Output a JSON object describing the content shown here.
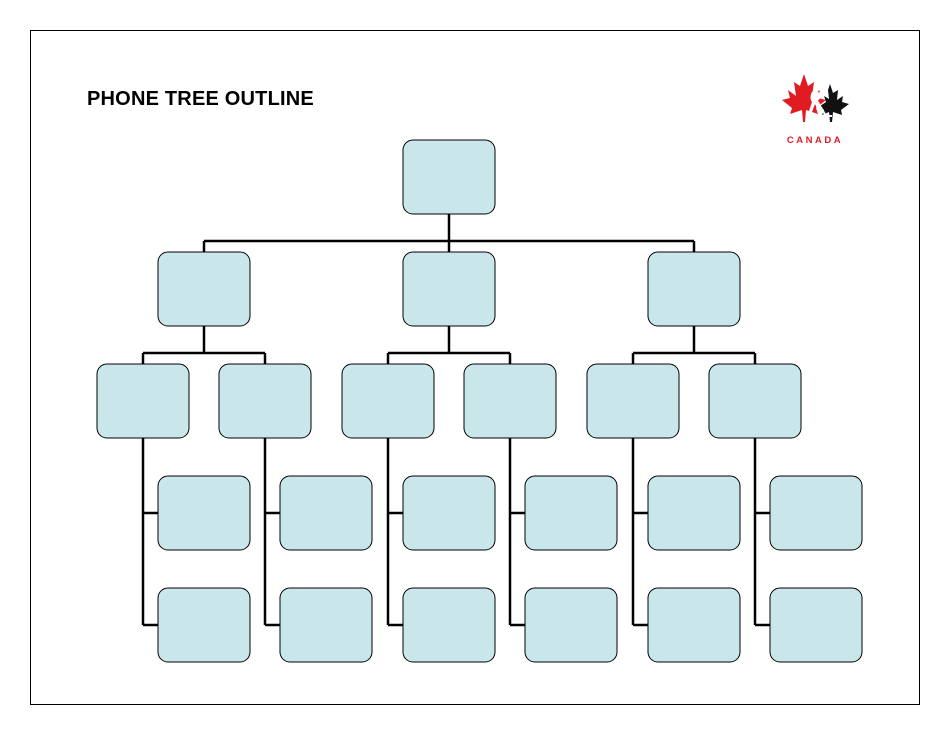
{
  "page": {
    "title": "PHONE TREE OUTLINE"
  },
  "logo": {
    "name": "Hockey Canada logo",
    "caption": "CANADA",
    "leaf_color": "#e01b22",
    "figure_color": "#111111"
  },
  "colors": {
    "box_fill": "#c9e6ea",
    "box_stroke": "#000000",
    "connector": "#000000"
  },
  "tree": {
    "levels": 4,
    "root": {
      "label": "",
      "children": [
        {
          "label": "",
          "children": [
            {
              "label": "",
              "children": [
                {
                  "label": ""
                },
                {
                  "label": ""
                }
              ]
            },
            {
              "label": "",
              "children": [
                {
                  "label": ""
                },
                {
                  "label": ""
                }
              ]
            }
          ]
        },
        {
          "label": "",
          "children": [
            {
              "label": "",
              "children": [
                {
                  "label": ""
                },
                {
                  "label": ""
                }
              ]
            },
            {
              "label": "",
              "children": [
                {
                  "label": ""
                },
                {
                  "label": ""
                }
              ]
            }
          ]
        },
        {
          "label": "",
          "children": [
            {
              "label": "",
              "children": [
                {
                  "label": ""
                },
                {
                  "label": ""
                }
              ]
            },
            {
              "label": "",
              "children": [
                {
                  "label": ""
                },
                {
                  "label": ""
                }
              ]
            }
          ]
        }
      ]
    }
  }
}
